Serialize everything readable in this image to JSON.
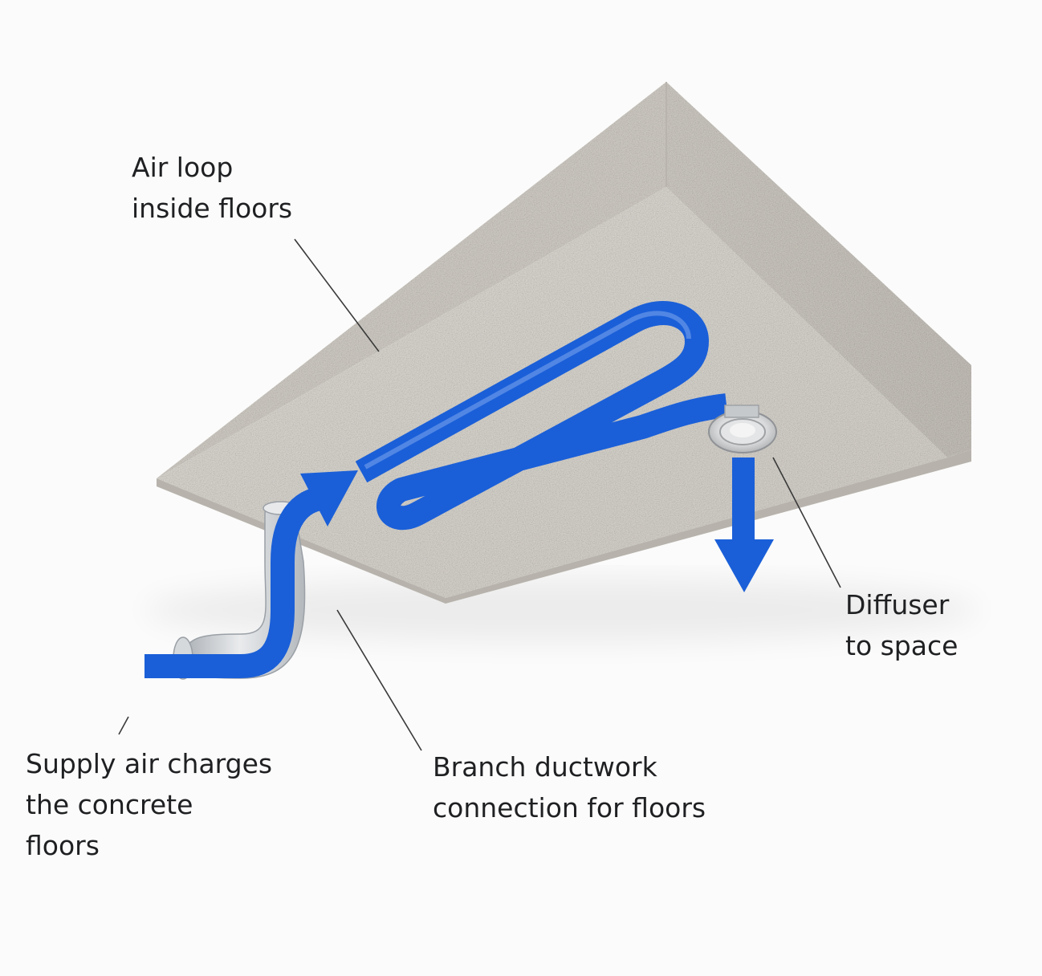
{
  "labels": {
    "air_loop": [
      "Air loop",
      "inside floors"
    ],
    "diffuser": [
      "Diffuser",
      "to space"
    ],
    "supply": [
      "Supply air charges",
      "the concrete",
      "floors"
    ],
    "branch": [
      "Branch ductwork",
      "connection for floors"
    ]
  },
  "colors": {
    "background": "#fbfbfb",
    "concrete_bottom": "#d3cfc9",
    "concrete_side": "#c8c4bd",
    "concrete_front": "#bdb9b2",
    "airflow_blue": "#1a5fd8",
    "duct_metal": "#cfd2d5",
    "leader_line": "#3a3a3a",
    "text": "#1f2022"
  },
  "icons": {
    "airflow_arrow": "blue-airflow-arrow",
    "diffuser": "round-ceiling-diffuser",
    "duct": "metal-duct-elbow"
  }
}
